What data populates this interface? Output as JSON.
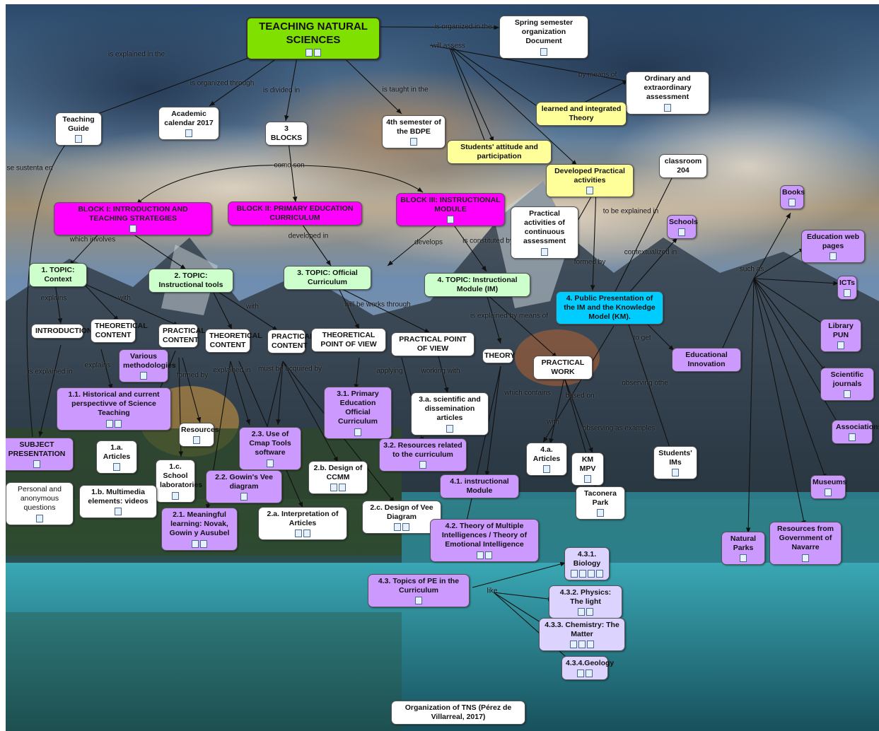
{
  "nodes": {
    "root": "TEACHING NATURAL SCIENCES",
    "spring_doc": "Spring semester organization Document",
    "teaching_guide": "Teaching Guide",
    "academic_calendar": "Academic calendar 2017",
    "three_blocks": "3 BLOCKS",
    "fourth_semester": "4th semester of the BDPE",
    "ordinary_assessment": "Ordinary and extraordinary assessment",
    "learned_theory": "learned and integrated Theory",
    "students_attitude": "Students' attitude and participation",
    "developed_practical": "Developed Practical activities",
    "classroom": "classroom 204",
    "block1": "BLOCK I: INTRODUCTION AND TEACHING STRATEGIES",
    "block2": "BLOCK II: PRIMARY EDUCATION CURRICULUM",
    "block3": "BLOCK III:  INSTRUCTIONAL MODULE",
    "practical_continuous": "Practical activities of continuous assessment",
    "books": "Books",
    "schools": "Schools",
    "edu_web": "Education web pages",
    "topic1": "1. TOPIC: Context",
    "topic2": "2. TOPIC: Instructional tools",
    "topic3": "3. TOPIC:  Official Curriculum",
    "topic4": "4. TOPIC:  Instructional Module (IM)",
    "public_presentation": "4. Public Presentation of the IM and the Knowledge Model (KM).",
    "icts": "ICTs",
    "introduction": "INTRODUCTION",
    "theoretical1": "THEORETICAL CONTENT",
    "practical1": "PRACTICAL CONTENT",
    "theoretical2": "THEORETICAL CONTENT",
    "practical2": "PRACTICAL CONTENT",
    "theoretical_pov": "THEORETICAL POINT OF VIEW",
    "practical_pov": "PRACTICAL POINT OF VIEW",
    "theory": "THEORY",
    "practical_work": "PRACTICAL WORK",
    "edu_innovation": "Educational Innovation",
    "library": "Library PUN",
    "various_methods": "Various methodologies",
    "historical": "1.1. Historical and current perspectivve of Science Teaching",
    "primary_curriculum": "3.1. Primary Education Official Curriculum",
    "scientific_articles": "3.a. scientific and dissemination articles",
    "sci_journals": "Scientific journals",
    "subject_presentation": "SUBJECT PRESENTATION",
    "articles_1a": "1.a. Articles",
    "resources": "Resources",
    "use_cmap": "2.3. Use of Cmap Tools software",
    "resources_curriculum": "3.2. Resources related to the curriculum",
    "articles_4a": "4.a. Articles",
    "km_mpv": "KM MPV",
    "students_ims": "Students' IMs",
    "associations": "Associations",
    "personal_questions": "Personal and anonymous questions",
    "school_labs": "1.c. School laboratories",
    "gowin": "2.2. Gowin's Vee diagram",
    "design_ccmm": "2.b. Design of CCMM",
    "instructional_module": "4.1.  instructional Module",
    "taconera": "Taconera Park",
    "museums": "Museums",
    "multimedia": "1.b. Multimedia elements: videos",
    "meaningful": "2.1. Meaningful learning: Novak, Gowin y Ausubel",
    "interpretation": "2.a. Interpretation of Articles",
    "design_vee": "2.c. Design of Vee Diagram",
    "multiple_intel": "4.2. Theory of Multiple Intelligences / Theory of Emotional Intelligence",
    "natural_parks": "Natural Parks",
    "resources_navarre": "Resources from Government of Navarre",
    "biology": "4.3.1. Biology",
    "topics_pe": "4.3. Topics of PE in the Curriculum",
    "physics": "4.3.2. Physics: The light",
    "chemistry": "4.3.3. Chemistry: The Matter",
    "geology": "4.3.4.Geology",
    "caption": "Organization of TNS (Pérez de Villarreal, 2017)"
  },
  "links": {
    "is_organized_in_the": "is organized in the",
    "will_assess": "will assess",
    "is_explained_in_the": "is explained in the",
    "is_organized_through": "is organized through",
    "is_divided_in": "is divided in",
    "is_taught_in_the": "is taught in the",
    "by_means_of": "by means of",
    "se_sustenta_en": "se sustenta en",
    "como_son": "como son",
    "to_be_explained_in": "to be explained in",
    "developed_in": "developed in",
    "develops": "develops",
    "is_constituted_by": "is constituted by",
    "contextualized_in": "contextualized in",
    "formed_by_1": "formed by",
    "which_involves": "which involves",
    "such_as": "such as",
    "explains": "explains",
    "with_1": "with",
    "with_2": "with",
    "will_be_works_through": "will be works through",
    "is_explained_by_means_of": "is explained by means of",
    "to_get": "to get",
    "explains_2": "explains",
    "formed_by_2": "formed by",
    "explained_in": "explained in",
    "must_be_acquired_by": "must be acquired by",
    "applying": "applying",
    "working_with": "working with",
    "which_contains": "which contains",
    "observing_other": "observing othe",
    "is_explained_in": "is explained in",
    "based_on": "based on",
    "with_3": "with",
    "observing_as_examples": "observing as examples",
    "like": "like"
  }
}
